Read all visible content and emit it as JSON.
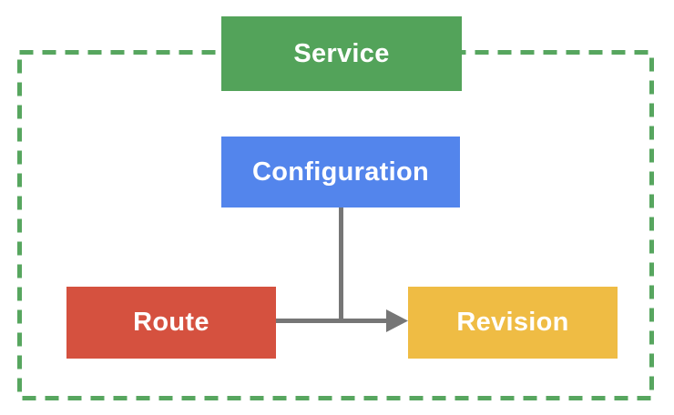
{
  "diagram": {
    "type": "flowchart",
    "nodes": {
      "service": {
        "label": "Service",
        "color": "#53A35A"
      },
      "configuration": {
        "label": "Configuration",
        "color": "#5385EC"
      },
      "route": {
        "label": "Route",
        "color": "#D5513F"
      },
      "revision": {
        "label": "Revision",
        "color": "#EFBC44"
      }
    },
    "edges": [
      {
        "from": "route",
        "to": "revision",
        "type": "arrow"
      },
      {
        "from": "configuration",
        "to": "route-revision-arrow",
        "type": "line"
      }
    ],
    "boundary": {
      "style": "dashed",
      "color": "#57A65F"
    },
    "colors": {
      "connector": "#767676",
      "label_text": "#FFFFFF",
      "background": "#FFFFFF"
    }
  }
}
